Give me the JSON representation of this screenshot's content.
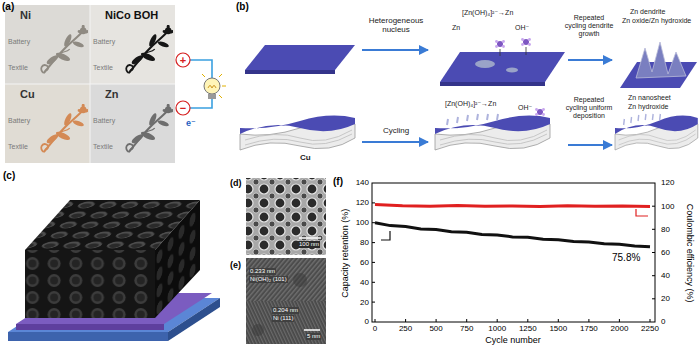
{
  "diagram": {
    "labels": [
      "(a)",
      "Ni",
      "NiCo BOH",
      "Cu",
      "Zn",
      "Battery",
      "Textile",
      "Battery",
      "Textile",
      "Battery",
      "Textile",
      "Battery",
      "Textile",
      "+",
      "−",
      "e⁻",
      "(b)",
      "Heterogeneous nucleus",
      "[Zn(OH)₄]²⁻→Zn",
      "Zn",
      "OH⁻",
      "Repeated cycling dendrite growth",
      "Zn dendrite",
      "Zn oxide/Zn hydroxide",
      "Cycling",
      "[Zn(OH)₄]²⁻→Zn",
      "OH⁻",
      "Repeated cycling uniform deposition",
      "Zn nanosheet",
      "Zn hydroxide",
      "Cu",
      "(c)",
      "(d)",
      "100 nm",
      "(e)",
      "0.233 nm",
      "Ni(OH)₂ (101)",
      "0.204 nm",
      "Ni (111)",
      "5 nm",
      "(f)",
      "Capacity retention (%)",
      "Coulombic efficiency (%)",
      "Cycle number",
      "75.8%",
      "0",
      "20",
      "40",
      "60",
      "80",
      "100",
      "120",
      "140",
      "0",
      "20",
      "40",
      "60",
      "80",
      "100",
      "120",
      "0",
      "250",
      "500",
      "750",
      "1000",
      "1250",
      "1500",
      "1750",
      "2000",
      "2250"
    ]
  }
}
